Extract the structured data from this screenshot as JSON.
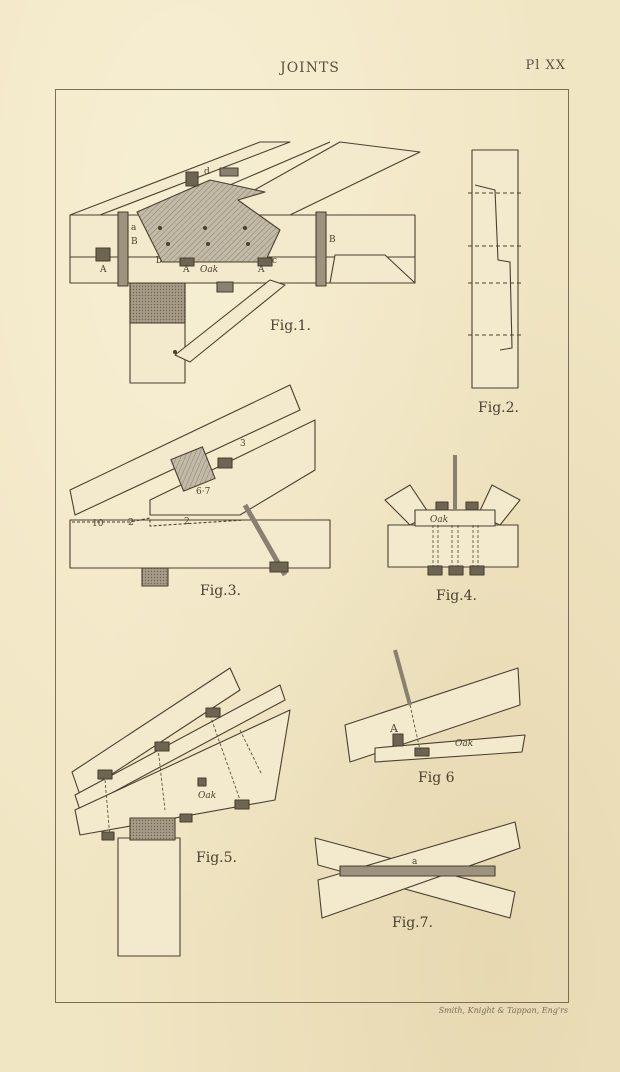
{
  "header": {
    "title": "JOINTS",
    "plate": "Pl XX"
  },
  "engraver": "Smith, Knight & Tappan, Eng'rs",
  "figures": {
    "fig1": {
      "caption": "Fig.1.",
      "labels": [
        "a",
        "d",
        "B",
        "B",
        "b",
        "c",
        "A",
        "A",
        "A",
        "Oak"
      ]
    },
    "fig2": {
      "caption": "Fig.2."
    },
    "fig3": {
      "caption": "Fig.3.",
      "labels": [
        "3",
        "6·7",
        "10",
        "2",
        "2"
      ]
    },
    "fig4": {
      "caption": "Fig.4.",
      "labels": [
        "Oak"
      ]
    },
    "fig5": {
      "caption": "Fig.5.",
      "labels": [
        "Oak"
      ]
    },
    "fig6": {
      "caption": "Fig 6",
      "labels": [
        "A",
        "Oak"
      ]
    },
    "fig7": {
      "caption": "Fig.7.",
      "labels": [
        "a"
      ]
    }
  },
  "colors": {
    "ink": "#4a4030",
    "shade": "#b0a898",
    "dark": "#8a8070",
    "paper": "#f1e6c4"
  }
}
